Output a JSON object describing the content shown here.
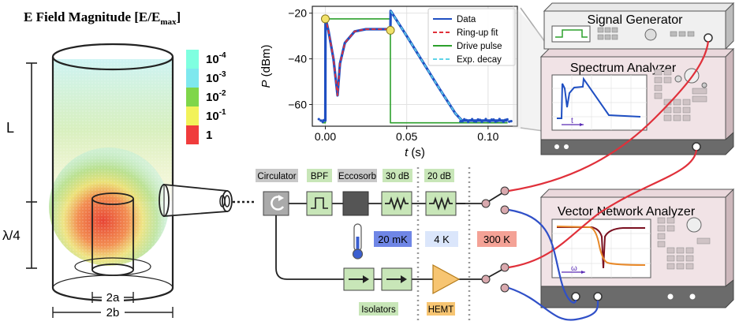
{
  "cavity": {
    "title": "E Field Magnitude [E/E",
    "title_sub": "max",
    "title_close": "]",
    "dim_L": "L",
    "dim_quarter": "λ/4",
    "dim_2a": "2a",
    "dim_2b": "2b",
    "colorbar": [
      {
        "base": "10",
        "exp": "-4",
        "color": "#7fffe0"
      },
      {
        "base": "10",
        "exp": "-3",
        "color": "#7ee8ee"
      },
      {
        "base": "10",
        "exp": "-2",
        "color": "#7fd64a"
      },
      {
        "base": "10",
        "exp": "-1",
        "color": "#f2f25a"
      },
      {
        "base": "1",
        "exp": "",
        "color": "#f03c3c"
      }
    ]
  },
  "plot": {
    "ylabel_main": "P",
    "ylabel_unit": "(dBm)",
    "xlabel_main": "t",
    "xlabel_unit": "(s)",
    "legend": [
      {
        "label": "Data",
        "color": "#1f4fc2",
        "style": "solid"
      },
      {
        "label": "Ring-up fit",
        "color": "#e0303a",
        "style": "dashed"
      },
      {
        "label": "Drive pulse",
        "color": "#2ca02c",
        "style": "solid"
      },
      {
        "label": "Exp. decay",
        "color": "#5fd3e8",
        "style": "dashed"
      }
    ]
  },
  "chart_data": {
    "type": "line",
    "xlabel": "t (s)",
    "ylabel": "P (dBm)",
    "xlim": [
      -0.008,
      0.118
    ],
    "ylim": [
      -69.5,
      -17
    ],
    "x_ticks": [
      "0.00",
      "0.05",
      "0.10"
    ],
    "x_tick_values": [
      0.0,
      0.05,
      0.1
    ],
    "y_ticks": [
      "−20",
      "−40",
      "−60"
    ],
    "y_tick_values": [
      -20,
      -40,
      -60
    ],
    "grid": true,
    "legend_position": "top-right",
    "series": [
      {
        "name": "Data",
        "x": [
          -0.002,
          0.0,
          0.0001,
          0.002,
          0.005,
          0.0075,
          0.009,
          0.012,
          0.018,
          0.025,
          0.032,
          0.04,
          0.0401,
          0.05,
          0.06,
          0.07,
          0.08,
          0.084,
          0.09,
          0.1,
          0.112
        ],
        "y": [
          -67,
          -67,
          -22,
          -28,
          -40,
          -56,
          -42,
          -33,
          -28,
          -27,
          -27,
          -27,
          -19,
          -30,
          -41.5,
          -53,
          -64,
          -67,
          -67,
          -67,
          -67
        ]
      },
      {
        "name": "Ring-up fit",
        "x": [
          0.0001,
          0.002,
          0.005,
          0.0075,
          0.009,
          0.012,
          0.018,
          0.025,
          0.032,
          0.04
        ],
        "y": [
          -22,
          -28,
          -40,
          -56,
          -42,
          -33,
          -28,
          -27,
          -27,
          -27
        ]
      },
      {
        "name": "Drive pulse",
        "x": [
          -0.002,
          0.0,
          0.0,
          0.04,
          0.04,
          0.112
        ],
        "y": [
          -68,
          -68,
          -22.5,
          -22.5,
          -68,
          -68
        ]
      },
      {
        "name": "Exp. decay",
        "x": [
          0.0401,
          0.05,
          0.06,
          0.07,
          0.08,
          0.084
        ],
        "y": [
          -19,
          -30,
          -41.5,
          -53,
          -64,
          -67
        ]
      }
    ],
    "markers": [
      {
        "x": 0.0,
        "y": -22.5
      },
      {
        "x": 0.04,
        "y": -27.5
      }
    ]
  },
  "instruments": {
    "signal_generator": "Signal Generator",
    "spectrum_analyzer": "Spectrum Analyzer",
    "vna": "Vector Network Analyzer",
    "sa_axis": "t",
    "vna_axis": "ω"
  },
  "chain": {
    "circulator": "Circulator",
    "bpf": "BPF",
    "eccosorb": "Eccosorb",
    "att30": "30 dB",
    "att20": "20 dB",
    "isolators": "Isolators",
    "hemt": "HEMT",
    "temp_20mK": "20 mK",
    "temp_4K": "4 K",
    "temp_300K": "300 K",
    "colors": {
      "green": "#c8e6b8",
      "gray": "#c8c8c8",
      "blue": "#6f86e6",
      "lightblue": "#dbe6fb",
      "red": "#f4a296",
      "hemt": "#f7c572"
    }
  }
}
